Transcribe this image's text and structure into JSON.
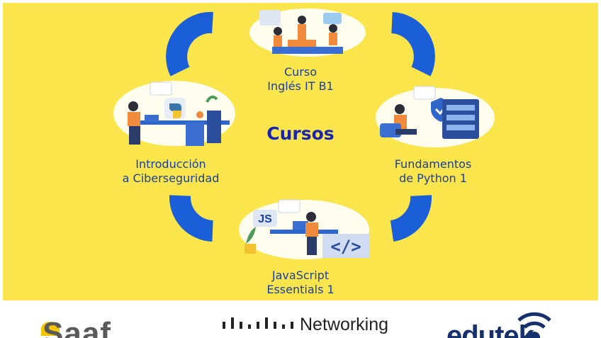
{
  "center_title": "Cursos",
  "courses": [
    {
      "line1": "Curso",
      "line2": "Inglés IT B1"
    },
    {
      "line1": "Introducción",
      "line2": "a Ciberseguridad"
    },
    {
      "line1": "Fundamentos",
      "line2": "de Python 1"
    },
    {
      "line1": "JavaScript",
      "line2": "Essentials 1"
    }
  ],
  "illustration_text": {
    "js": "JS"
  },
  "logos": {
    "saaf": "Saaf",
    "networking": "Networking",
    "edu": "edutek"
  },
  "colors": {
    "background": "#fbe54d",
    "arc_blue": "#1a5ed8",
    "label_blue": "#1b3f9b",
    "title_blue": "#1a24b0"
  }
}
